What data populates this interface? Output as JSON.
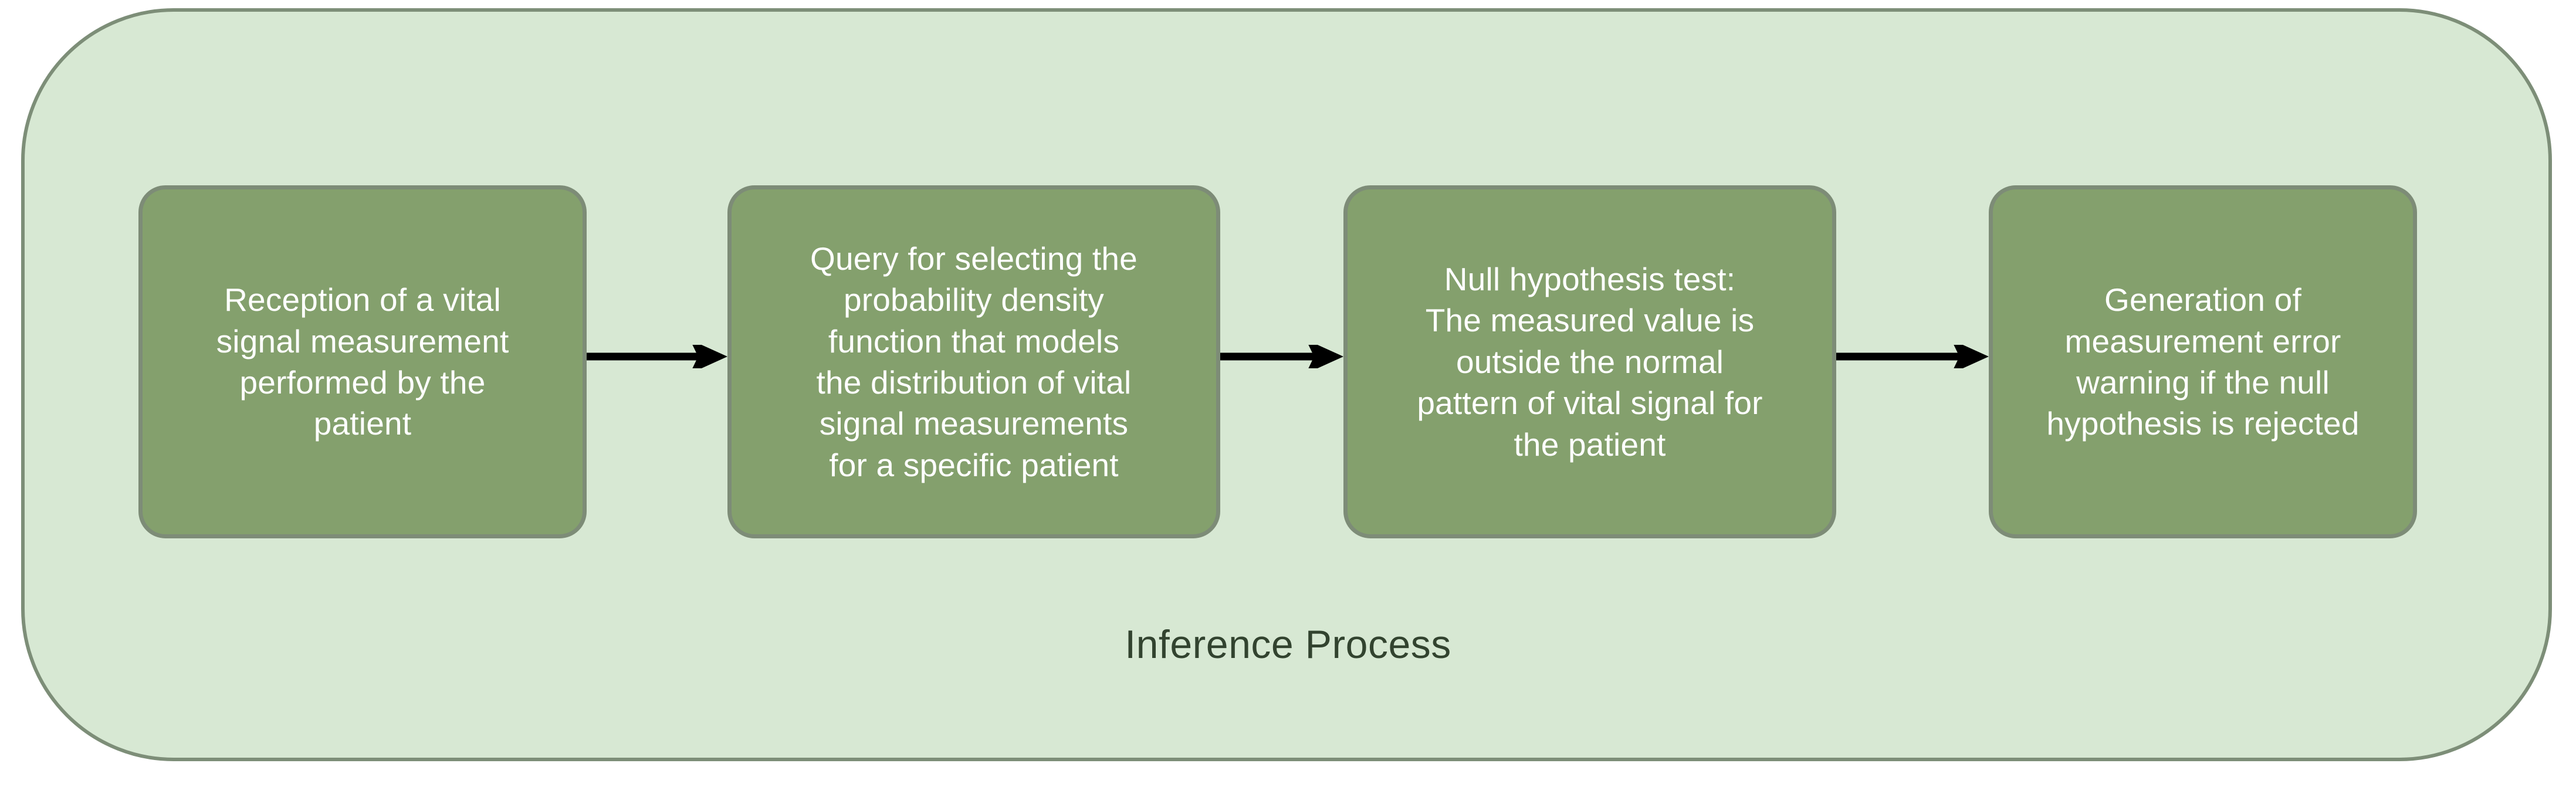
{
  "diagram": {
    "caption": "Inference Process",
    "container": {
      "fill": "#d7e8d3",
      "border_color": "#7d8e78"
    },
    "box_style": {
      "fill": "#84a06d",
      "border_color": "#7d8c77",
      "text_color": "#ffffff"
    },
    "caption_color": "#32432f",
    "arrow_color": "#000000",
    "steps": [
      {
        "id": "step-1",
        "label": "Reception of a vital\nsignal measurement\nperformed by the\npatient"
      },
      {
        "id": "step-2",
        "label": "Query for selecting the\nprobability density\nfunction that models\nthe distribution of vital\nsignal measurements\nfor a specific patient"
      },
      {
        "id": "step-3",
        "label": "Null hypothesis test:\nThe measured value is\noutside the normal\npattern of vital signal for\nthe patient"
      },
      {
        "id": "step-4",
        "label": "Generation of\nmeasurement error\nwarning if the null\nhypothesis is rejected"
      }
    ],
    "connectors": [
      {
        "id": "arrow-1",
        "from": "step-1",
        "to": "step-2",
        "icon": "arrow-right-icon"
      },
      {
        "id": "arrow-2",
        "from": "step-2",
        "to": "step-3",
        "icon": "arrow-right-icon"
      },
      {
        "id": "arrow-3",
        "from": "step-3",
        "to": "step-4",
        "icon": "arrow-right-icon"
      }
    ]
  }
}
